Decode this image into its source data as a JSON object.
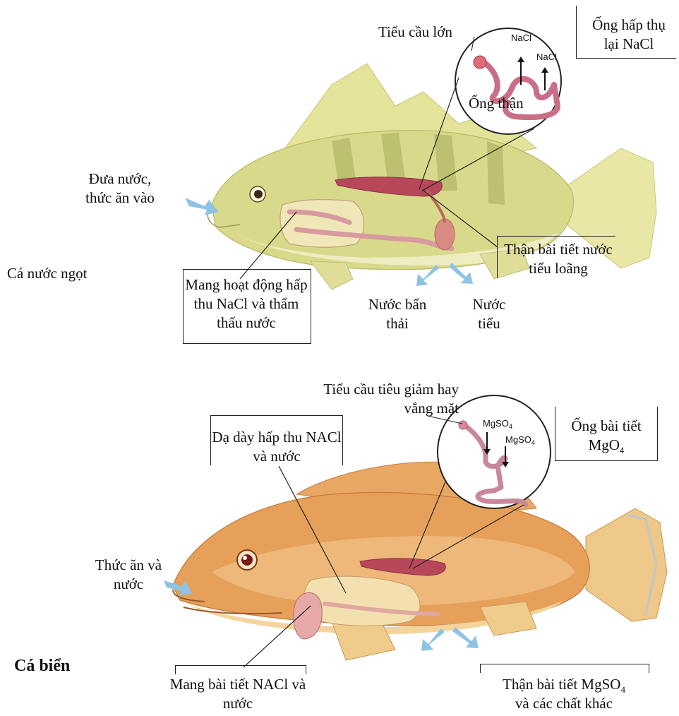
{
  "freshwater": {
    "section_label": "Cá nước ngọt",
    "intake": "Đưa nước, thức ăn vào",
    "glomerulus": "Tiểu cầu lớn",
    "tubule": "Ống thận",
    "reabsorb_box": "Ống hấp thụ lại NaCl",
    "nacl_1": "NaCl",
    "nacl_2": "NaCl",
    "kidney": "Thận bài tiết nước tiểu loãng",
    "gills": "Mang hoạt động hấp thu NaCl và thẩm thấu nước",
    "waste_water": "Nước bẩn thải",
    "urine": "Nước tiểu"
  },
  "marine": {
    "section_label": "Cá biển",
    "intake": "Thức ăn và nước",
    "glomerulus": "Tiểu cầu tiêu giảm hay vắng mặt",
    "stomach": "Dạ dày hấp thu NACl và nước",
    "secrete_box_main": "Ống bài tiết MgO",
    "secrete_box_sub": "4",
    "mgso4_1": "MgSO",
    "mgso4_1_sub": "4",
    "mgso4_2": "MgSO",
    "mgso4_2_sub": "4",
    "gills": "Mang bài tiết NACl và nước",
    "kidney_main": "Thận bài tiết MgSO",
    "kidney_sub": "4",
    "kidney_tail": "và các chất khác"
  },
  "colors": {
    "freshwater_body": "#d9dc8a",
    "freshwater_fin": "#e6e49a",
    "marine_body": "#e49a52",
    "organ_pink": "#e8a0a8",
    "kidney_red": "#b8475a",
    "arrow_blue": "#8fc3e6"
  }
}
